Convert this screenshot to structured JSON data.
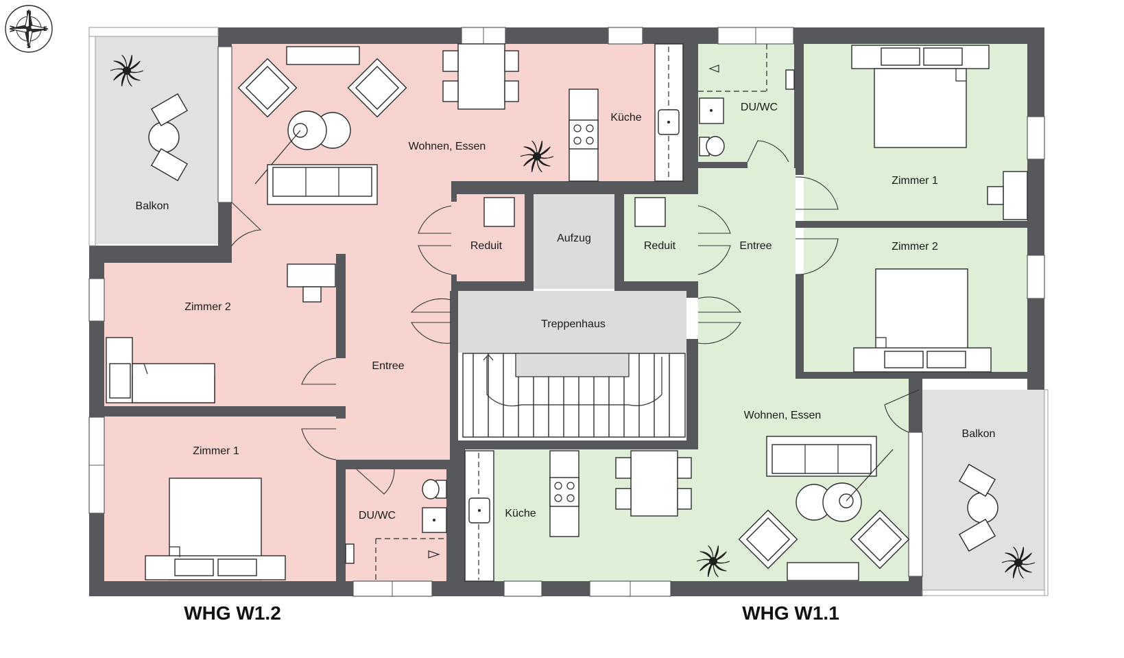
{
  "colors": {
    "w12": "#f7d4cf",
    "w11": "#dfeed7",
    "shared": "#dcdcdc",
    "balcony": "#e1e1e1",
    "wall": "#57585c"
  },
  "compass": {
    "n": "N",
    "e": "E",
    "s": "S",
    "w": "W"
  },
  "units": {
    "w12": "WHG W1.2",
    "w11": "WHG W1.1"
  },
  "rooms": {
    "w12": {
      "balkon": "Balkon",
      "wohnen": "Wohnen, Essen",
      "kueche": "Küche",
      "reduit": "Reduit",
      "zimmer2": "Zimmer 2",
      "entree": "Entree",
      "zimmer1": "Zimmer 1",
      "duwc": "DU/WC"
    },
    "common": {
      "aufzug": "Aufzug",
      "treppenhaus": "Treppenhaus"
    },
    "w11": {
      "duwc": "DU/WC",
      "zimmer1": "Zimmer 1",
      "reduit": "Reduit",
      "entree": "Entree",
      "zimmer2": "Zimmer 2",
      "wohnen": "Wohnen, Essen",
      "kueche": "Küche",
      "balkon": "Balkon"
    }
  },
  "icons": [
    "compass-icon",
    "plant-icon",
    "sofa-icon",
    "armchair-icon",
    "bed-icon",
    "table-icon",
    "stove-icon",
    "sink-icon",
    "toilet-icon",
    "shower-icon",
    "desk-icon",
    "staircase-icon"
  ]
}
